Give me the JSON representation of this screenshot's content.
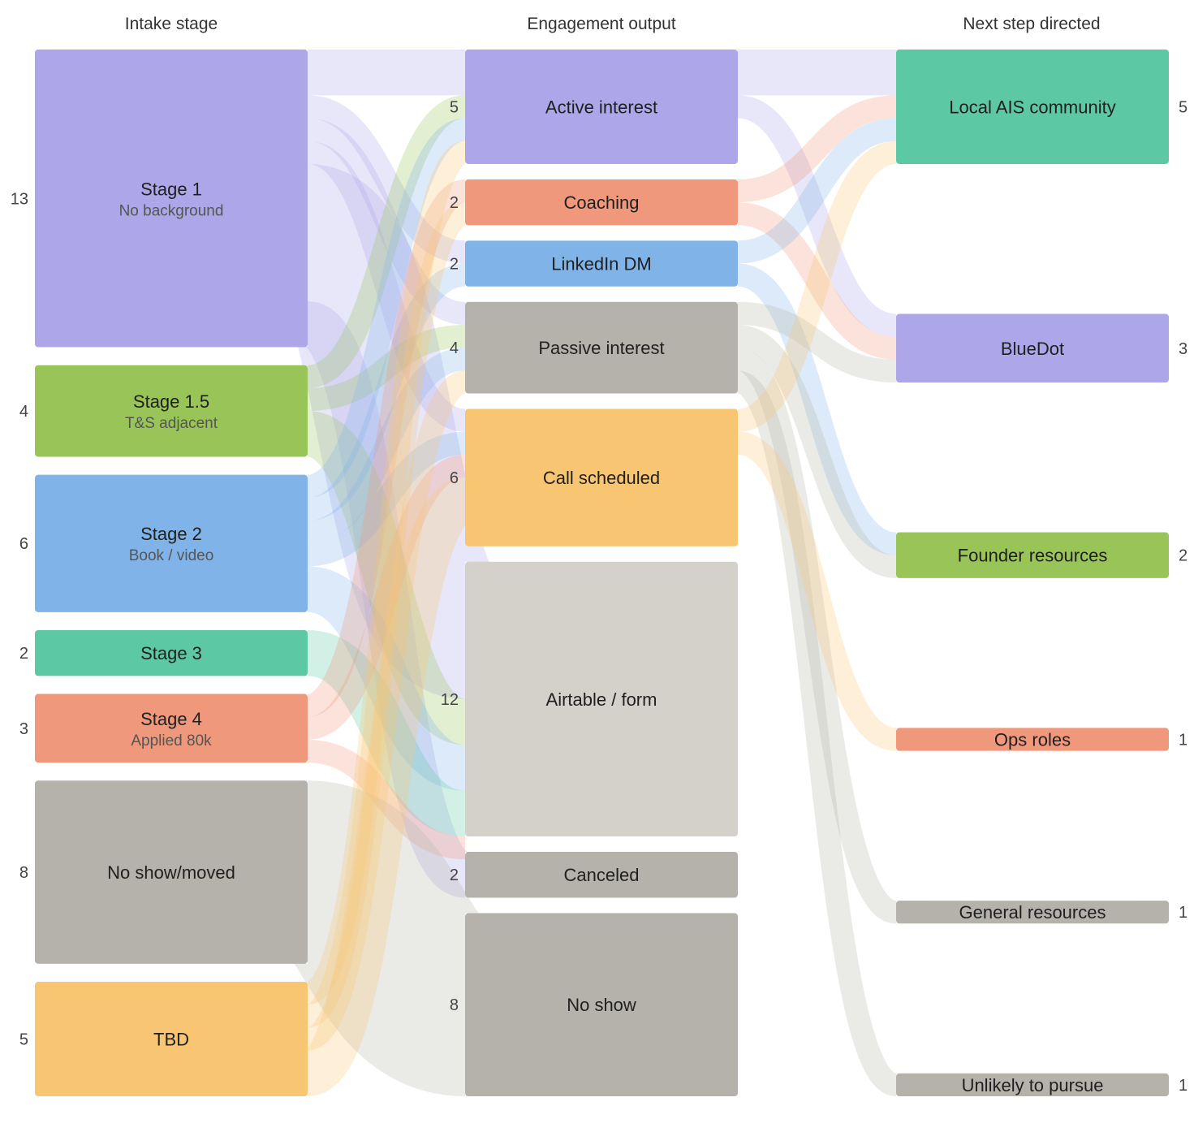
{
  "columns": [
    {
      "title": "Intake stage"
    },
    {
      "title": "Engagement output"
    },
    {
      "title": "Next step directed"
    }
  ],
  "nodes": [
    {
      "id": "s1",
      "col": 0,
      "label": "Stage 1",
      "sub": "No background",
      "count": "13",
      "color": "#ada6e9"
    },
    {
      "id": "s15",
      "col": 0,
      "label": "Stage 1.5",
      "sub": "T&S adjacent",
      "count": "4",
      "color": "#98c458"
    },
    {
      "id": "s2",
      "col": 0,
      "label": "Stage 2",
      "sub": "Book / video",
      "count": "6",
      "color": "#80b4e8"
    },
    {
      "id": "s3",
      "col": 0,
      "label": "Stage 3",
      "sub": "",
      "count": "2",
      "color": "#5dc9a4"
    },
    {
      "id": "s4",
      "col": 0,
      "label": "Stage 4",
      "sub": "Applied 80k",
      "count": "3",
      "color": "#f0987b"
    },
    {
      "id": "nsm",
      "col": 0,
      "label": "No show/moved",
      "sub": "",
      "count": "8",
      "color": "#b4b2aa"
    },
    {
      "id": "tbd",
      "col": 0,
      "label": "TBD",
      "sub": "",
      "count": "5",
      "color": "#f8c673"
    },
    {
      "id": "ai",
      "col": 1,
      "label": "Active interest",
      "sub": "",
      "count": "5",
      "color": "#ada6e9"
    },
    {
      "id": "co",
      "col": 1,
      "label": "Coaching",
      "sub": "",
      "count": "2",
      "color": "#f0987b"
    },
    {
      "id": "li",
      "col": 1,
      "label": "LinkedIn DM",
      "sub": "",
      "count": "2",
      "color": "#80b4e8"
    },
    {
      "id": "pi",
      "col": 1,
      "label": "Passive interest",
      "sub": "",
      "count": "4",
      "color": "#b4b2aa"
    },
    {
      "id": "cs",
      "col": 1,
      "label": "Call scheduled",
      "sub": "",
      "count": "6",
      "color": "#f8c673"
    },
    {
      "id": "af",
      "col": 1,
      "label": "Airtable / form",
      "sub": "",
      "count": "12",
      "color": "#d4d1cb"
    },
    {
      "id": "ca",
      "col": 1,
      "label": "Canceled",
      "sub": "",
      "count": "2",
      "color": "#b4b2aa"
    },
    {
      "id": "ns",
      "col": 1,
      "label": "No show",
      "sub": "",
      "count": "8",
      "color": "#b4b2aa"
    },
    {
      "id": "lais",
      "col": 2,
      "label": "Local AIS community",
      "sub": "",
      "count": "5",
      "color": "#5dc9a4"
    },
    {
      "id": "bd",
      "col": 2,
      "label": "BlueDot",
      "sub": "",
      "count": "3",
      "color": "#ada6e9"
    },
    {
      "id": "fr",
      "col": 2,
      "label": "Founder resources",
      "sub": "",
      "count": "2",
      "color": "#98c458"
    },
    {
      "id": "ops",
      "col": 2,
      "label": "Ops roles",
      "sub": "",
      "count": "1",
      "color": "#f0987b"
    },
    {
      "id": "gr",
      "col": 2,
      "label": "General resources",
      "sub": "",
      "count": "1",
      "color": "#b4b2aa"
    },
    {
      "id": "up",
      "col": 2,
      "label": "Unlikely to pursue",
      "sub": "",
      "count": "1",
      "color": "#b4b2aa"
    }
  ],
  "links": [
    {
      "source": "s1",
      "target": "ai",
      "value": 2
    },
    {
      "source": "s1",
      "target": "li",
      "value": 1
    },
    {
      "source": "s1",
      "target": "pi",
      "value": 1
    },
    {
      "source": "s1",
      "target": "cs",
      "value": 1
    },
    {
      "source": "s1",
      "target": "af",
      "value": 6
    },
    {
      "source": "s1",
      "target": "ca",
      "value": 2
    },
    {
      "source": "s15",
      "target": "ai",
      "value": 1
    },
    {
      "source": "s15",
      "target": "pi",
      "value": 1
    },
    {
      "source": "s15",
      "target": "af",
      "value": 2
    },
    {
      "source": "s2",
      "target": "ai",
      "value": 1
    },
    {
      "source": "s2",
      "target": "li",
      "value": 1
    },
    {
      "source": "s2",
      "target": "pi",
      "value": 1
    },
    {
      "source": "s2",
      "target": "cs",
      "value": 1
    },
    {
      "source": "s2",
      "target": "af",
      "value": 2
    },
    {
      "source": "s3",
      "target": "af",
      "value": 2
    },
    {
      "source": "s4",
      "target": "co",
      "value": 1
    },
    {
      "source": "s4",
      "target": "cs",
      "value": 1
    },
    {
      "source": "s4",
      "target": "af",
      "value": 1
    },
    {
      "source": "nsm",
      "target": "ns",
      "value": 8
    },
    {
      "source": "tbd",
      "target": "ai",
      "value": 1
    },
    {
      "source": "tbd",
      "target": "co",
      "value": 1
    },
    {
      "source": "tbd",
      "target": "pi",
      "value": 1
    },
    {
      "source": "tbd",
      "target": "cs",
      "value": 2
    },
    {
      "source": "ai",
      "target": "lais",
      "value": 2
    },
    {
      "source": "ai",
      "target": "bd",
      "value": 1
    },
    {
      "source": "co",
      "target": "lais",
      "value": 1
    },
    {
      "source": "co",
      "target": "bd",
      "value": 1
    },
    {
      "source": "li",
      "target": "lais",
      "value": 1
    },
    {
      "source": "li",
      "target": "fr",
      "value": 1
    },
    {
      "source": "pi",
      "target": "bd",
      "value": 1
    },
    {
      "source": "pi",
      "target": "fr",
      "value": 1
    },
    {
      "source": "pi",
      "target": "gr",
      "value": 1
    },
    {
      "source": "pi",
      "target": "up",
      "value": 1
    },
    {
      "source": "cs",
      "target": "lais",
      "value": 1
    },
    {
      "source": "cs",
      "target": "ops",
      "value": 1
    }
  ]
}
